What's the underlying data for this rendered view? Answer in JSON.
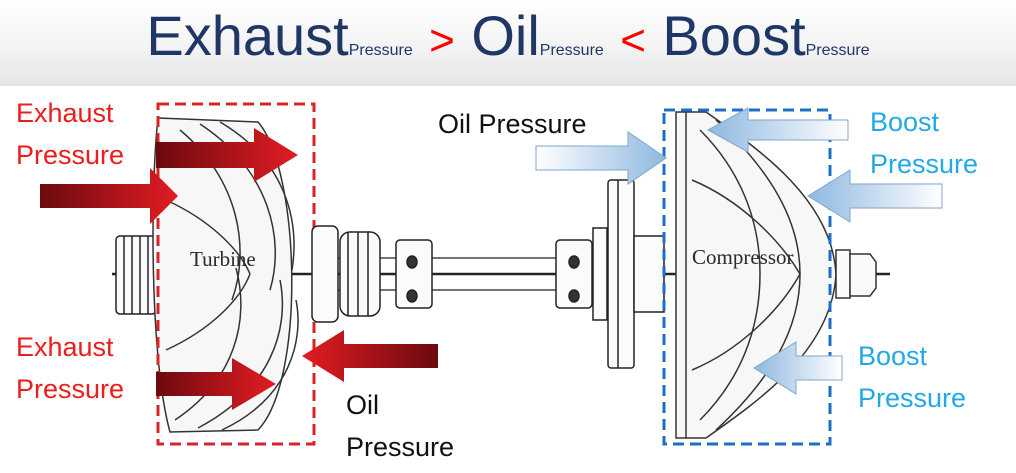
{
  "title": {
    "exhaust_word": "Exhaust",
    "exhaust_sub": "Pressure",
    "gt": ">",
    "oil_word": "Oil",
    "oil_sub": "Pressure",
    "lt": "<",
    "boost_word": "Boost",
    "boost_sub": "Pressure"
  },
  "labels": {
    "exhaust_top": [
      "Exhaust",
      "Pressure"
    ],
    "exhaust_bottom": [
      "Exhaust",
      "Pressure"
    ],
    "oil_top": "Oil Pressure",
    "oil_bottom": [
      "Oil",
      "Pressure"
    ],
    "boost_top": [
      "Boost",
      "Pressure"
    ],
    "boost_bottom": [
      "Boost",
      "Pressure"
    ]
  },
  "parts": {
    "turbine": "Turbine",
    "compressor": "Compressor"
  },
  "colors": {
    "title": "#1f3767",
    "operator": "#ff0000",
    "exhaust": "#ee1c1c",
    "boost": "#21a9e6",
    "exhaust_arrow": "#a30d12",
    "boost_arrow": "#b9d5ee"
  }
}
